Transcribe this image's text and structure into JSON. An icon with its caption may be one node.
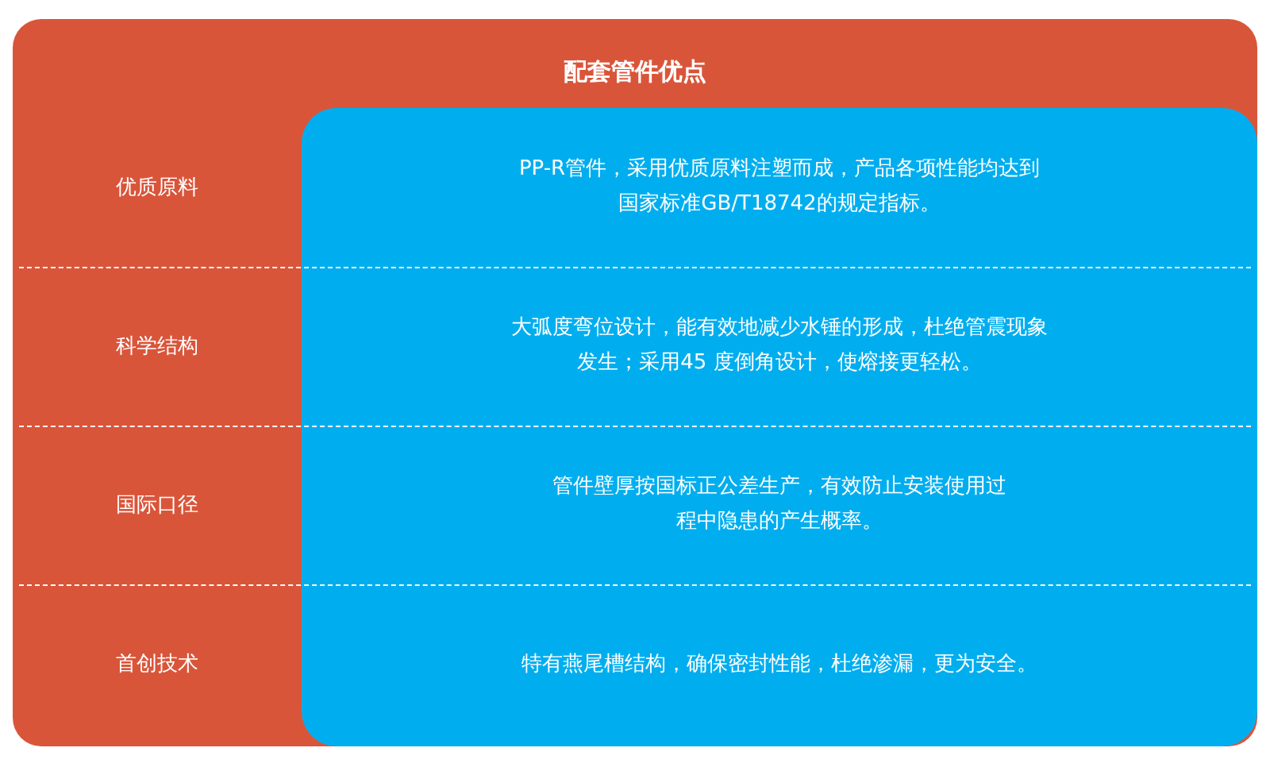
{
  "diagram": {
    "nodes": [
      {
        "text": [
          "配套管件优点",
          "优质原料",
          "科学结构",
          "国际口径",
          "首创技术"
        ]
      },
      {
        "text": [
          "PP-R管件，采用优质原料注塑而成，产品各项性能均达到国家标准GB/T18742的规定指标。",
          "大弧度弯位设计，能有效地减少水锤的形成，杜绝管震现象发生；采用45 度倒角设计，使熔接更轻松。",
          "管件壁厚按国标正公差生产，有效防止安装使用过程中隐患的产生概率。",
          "特有燕尾槽结构，确保密封性能，杜绝渗漏，更为安全。"
        ],
        "in": 0
      }
    ]
  }
}
